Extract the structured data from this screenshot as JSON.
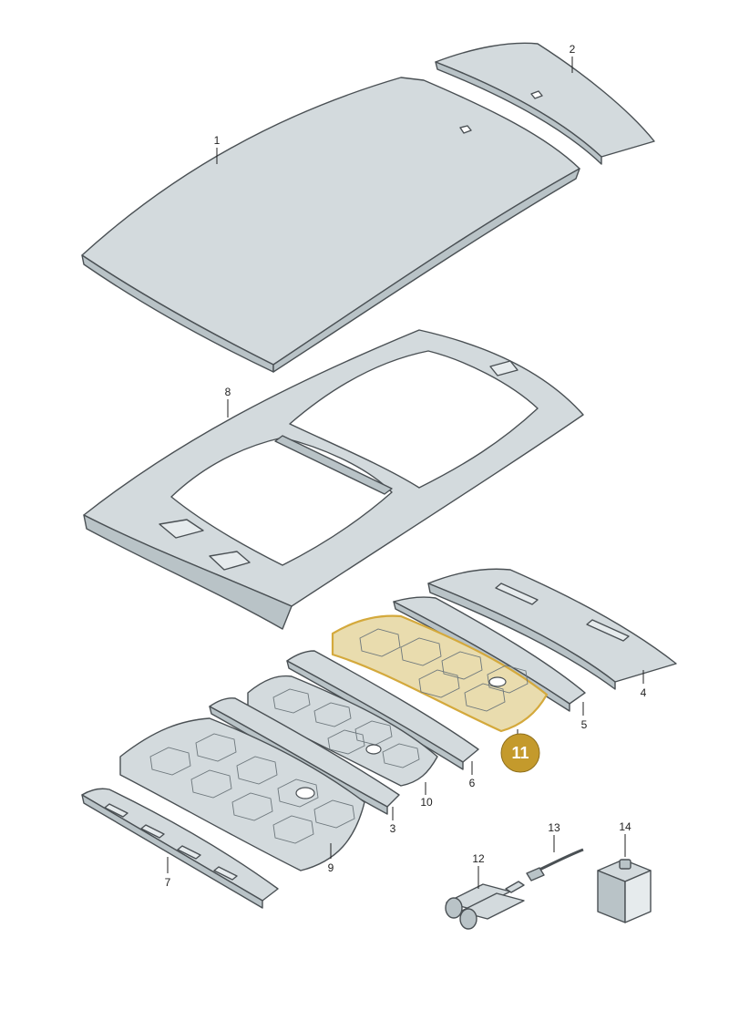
{
  "diagram": {
    "callouts": [
      {
        "id": "1",
        "label": "1"
      },
      {
        "id": "2",
        "label": "2"
      },
      {
        "id": "3",
        "label": "3"
      },
      {
        "id": "4",
        "label": "4"
      },
      {
        "id": "5",
        "label": "5"
      },
      {
        "id": "6",
        "label": "6"
      },
      {
        "id": "7",
        "label": "7"
      },
      {
        "id": "8",
        "label": "8"
      },
      {
        "id": "9",
        "label": "9"
      },
      {
        "id": "10",
        "label": "10"
      },
      {
        "id": "11",
        "label": "11"
      },
      {
        "id": "12",
        "label": "12"
      },
      {
        "id": "13",
        "label": "13"
      },
      {
        "id": "14",
        "label": "14"
      }
    ],
    "highlighted_part": "11",
    "colors": {
      "highlight_fill": "#e9dcae",
      "highlight_stroke": "#d4a93c",
      "badge": "#c49a2c",
      "part": "#d3dadd"
    }
  }
}
